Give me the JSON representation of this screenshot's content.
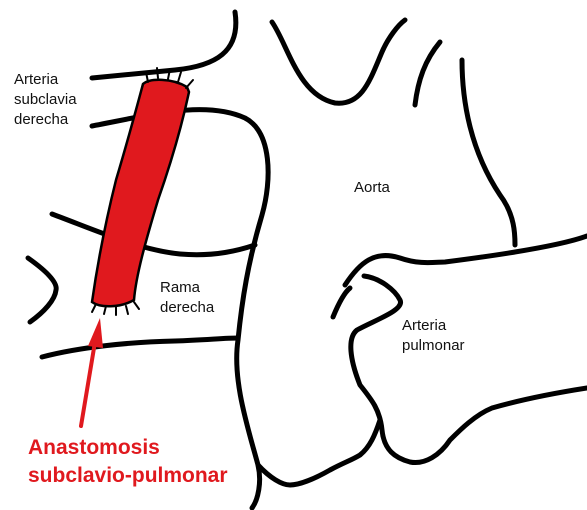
{
  "labels": {
    "subclavian_line1": "Arteria",
    "subclavian_line2": "subclavia",
    "subclavian_line3": "derecha",
    "aorta": "Aorta",
    "right_branch_line1": "Rama",
    "right_branch_line2": "derecha",
    "pulmonary_line1": "Arteria",
    "pulmonary_line2": "pulmonar"
  },
  "callout": {
    "line1": "Anastomosis",
    "line2": "subclavio-pulmonar"
  },
  "colors": {
    "outline": "#000000",
    "graft_fill": "#e0191e",
    "arrow": "#e0191e",
    "callout_text": "#e0191e"
  }
}
